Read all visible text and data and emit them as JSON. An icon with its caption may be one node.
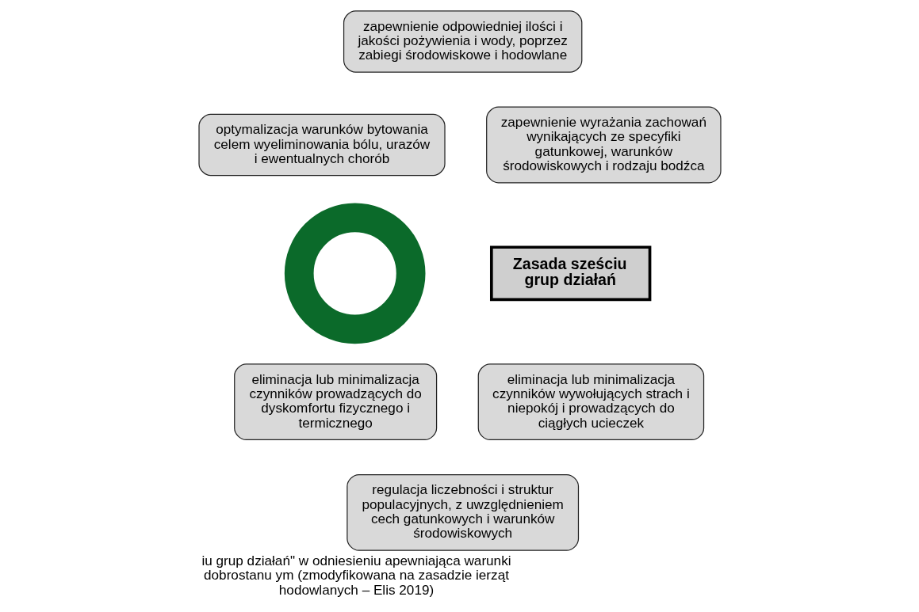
{
  "diagram": {
    "caption": "iu grup działań\" w odniesieniu apewniająca warunki dobrostanu ym (zmodyfikowana na zasadzie ierząt hodowlanych – Elis 2019)",
    "nodes": [
      {
        "text": [],
        "shape": "circle"
      },
      {
        "text": [
          "Zasada sześciu grup działań"
        ]
      },
      {
        "text": [
          "zapewnienie odpowiedniej ilości i jakości pożywienia i wody, poprzez zabiegi środowiskowe i hodowlane"
        ]
      },
      {
        "text": [
          "optymalizacja warunków bytowania celem wyeliminowania bólu, urazów i ewentualnych chorób"
        ]
      },
      {
        "text": [
          "zapewnienie wyrażania zachowań wynikających ze specyfiki gatunkowej, warunków środowiskowych i rodzaju bodźca"
        ]
      },
      {
        "text": [
          "eliminacja lub minimalizacja czynników prowadzących do dyskomfortu fizycznego i termicznego"
        ]
      },
      {
        "text": [
          "eliminacja lub minimalizacja czynników wywołujących strach i niepokój i prowadzących do ciągłych ucieczek"
        ]
      },
      {
        "text": [
          "regulacja liczebności i struktur populacyjnych, z uwzględnieniem cech gatunkowych i warunków środowiskowych"
        ]
      }
    ],
    "edges": []
  }
}
